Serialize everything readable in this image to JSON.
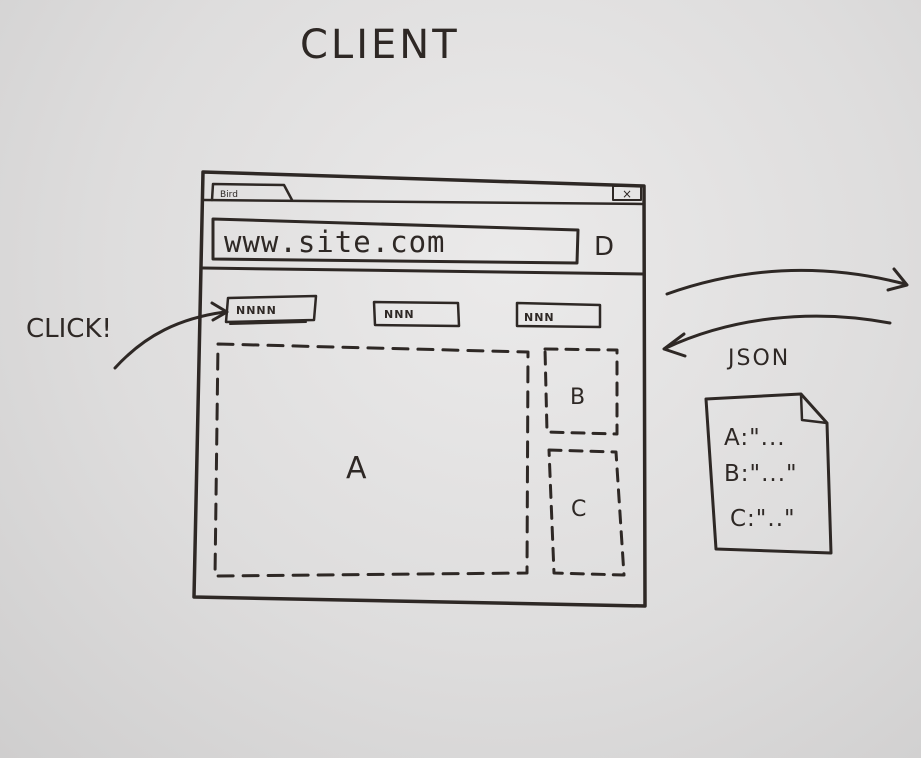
{
  "title": "CLIENT",
  "browser": {
    "tab_label": "Bird",
    "close_glyph": "×",
    "address": "www.site.com",
    "go_glyph": "D",
    "nav_buttons": [
      "NNNN",
      "NNN",
      "NNN"
    ]
  },
  "panels": {
    "a": "A",
    "b": "B",
    "c": "C"
  },
  "annotations": {
    "click": "CLICK!",
    "json": "JSON"
  },
  "json_doc": {
    "lines": [
      "A:\"...",
      "B:\"...\"",
      "C:\"..\""
    ]
  },
  "colors": {
    "ink": "#2e2825",
    "paper": "#e4e3e3"
  }
}
